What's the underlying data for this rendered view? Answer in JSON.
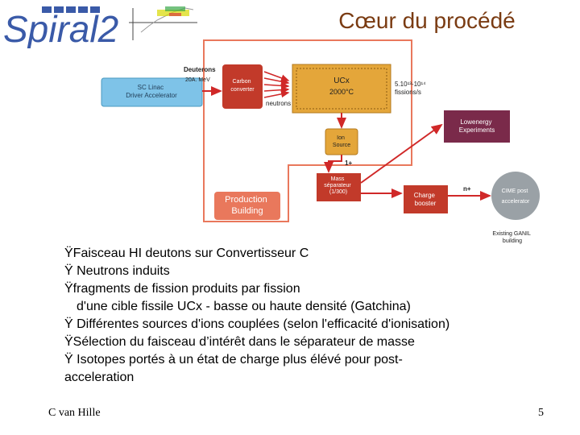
{
  "header": {
    "logo_text": "Spiral2",
    "title": "Cœur du procédé"
  },
  "diagram": {
    "driver": "SC Linac\nDriver Accelerator",
    "deuterons": "Deuterons",
    "energy": "20A. MeV",
    "converter": "Carbon\nconverter",
    "neutrons": "neutrons",
    "ucx_name": "UCx",
    "ucx_temp": "2000°C",
    "fission_rate": "5.10¹³-10¹⁴\nfissions/s",
    "ion_source": "Ion\nSource",
    "charge_1plus": "1+",
    "mass_separator": "Mass\nséparateur\n(1/300)",
    "charge_booster": "Charge\nbooster",
    "charge_nplus": "n+",
    "low_energy": "Lowenergy\nExperiments",
    "cime": "CIME post\naccelerator",
    "production": "Production\nBuilding",
    "existing": "Existing GANIL\nbuilding"
  },
  "bullets": [
    {
      "marker": "Ÿ",
      "text": "Faisceau HI deutons sur Convertisseur C",
      "indent": false
    },
    {
      "marker": "Ÿ",
      "text": " Neutrons induits",
      "indent": false
    },
    {
      "marker": "Ÿ",
      "text": "fragments de fission produits par fission",
      "indent": false
    },
    {
      "marker": "",
      "text": "d'une cible fissile UCx - basse ou haute densité (Gatchina)",
      "indent": true
    },
    {
      "marker": "Ÿ",
      "text": " Différentes sources d'ions couplées (selon l'efficacité d'ionisation)",
      "indent": false
    },
    {
      "marker": "Ÿ",
      "text": "Sélection du faisceau d’intérêt dans le séparateur de masse",
      "indent": false
    },
    {
      "marker": "Ÿ",
      "text": " Isotopes portés à un état de charge plus élévé pour post-",
      "indent": false
    },
    {
      "marker": "",
      "text": "acceleration",
      "indent": false
    }
  ],
  "footer": {
    "author": "C van Hille",
    "page": "5"
  },
  "colors": {
    "title": "#7a3b12",
    "frame": "#e9785c",
    "converter": "#c23a2a",
    "ucx": "#e4a63a",
    "low_energy": "#7a2a4a",
    "cime": "#9aa1a6"
  }
}
